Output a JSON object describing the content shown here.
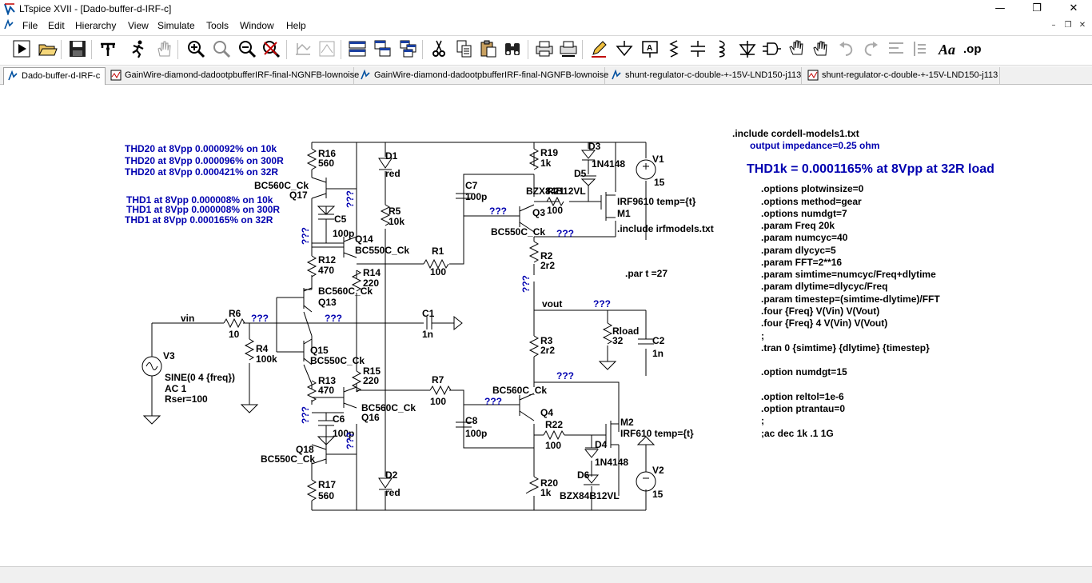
{
  "window": {
    "title": "LTspice XVII - [Dado-buffer-d-IRF-c]",
    "buttons": [
      "—",
      "❐",
      "✕"
    ]
  },
  "menu": [
    "File",
    "Edit",
    "Hierarchy",
    "View",
    "Simulate",
    "Tools",
    "Window",
    "Help"
  ],
  "mdi_buttons": [
    "–",
    "❐",
    "✕"
  ],
  "toolbar": [
    "run-icon",
    "open-icon",
    "save-icon",
    "control-panel-icon",
    "run-halt-icon",
    "pan-hand-icon",
    "zoom-in-icon",
    "zoom-full-icon",
    "zoom-out-icon",
    "autorange-icon",
    "grid-icon",
    "cascade-icon",
    "tile-h-icon",
    "tile-v-icon",
    "window-icon",
    "cut-icon",
    "copy-icon",
    "paste-icon",
    "find-icon",
    "print-icon",
    "print-setup-icon",
    "pencil-icon",
    "ground-icon",
    "label-net-icon",
    "resistor-icon",
    "capacitor-icon",
    "inductor-icon",
    "diode-icon",
    "component-icon",
    "move-icon",
    "drag-icon",
    "undo-icon",
    "redo-icon",
    "rotate-icon",
    "mirror-icon",
    "text-icon",
    "spice-directive-icon"
  ],
  "tabs": [
    {
      "label": "Dado-buffer-d-IRF-c",
      "icon": "schematic-icon",
      "active": true
    },
    {
      "label": "GainWire-diamond-dadootpbufferIRF-final-NGNFB-lownoise",
      "icon": "waveform-icon",
      "active": false
    },
    {
      "label": "GainWire-diamond-dadootpbufferIRF-final-NGNFB-lownoise",
      "icon": "schematic-icon",
      "active": false
    },
    {
      "label": "shunt-regulator-c-double-+-15V-LND150-j113",
      "icon": "schematic-icon",
      "active": false
    },
    {
      "label": "shunt-regulator-c-double-+-15V-LND150-j113",
      "icon": "waveform-icon",
      "active": false
    }
  ],
  "schematic": {
    "thd_notes": [
      "THD20 at 8Vpp 0.000092% on 10k",
      "THD20 at 8Vpp 0.000096% on 300R",
      "THD20 at 8Vpp 0.000421% on 32R",
      "THD1 at 8Vpp 0.000008% on 10k",
      "THD1 at 8Vpp 0.000008% on 300R",
      "THD1 at 8Vpp 0.000165% on 32R"
    ],
    "include_cordell": ".include cordell-models1.txt",
    "output_impedance": "output impedance=0.25 ohm",
    "headline": "THD1k = 0.0001165% at 8Vpp at 32R load",
    "include_irf": ".include irfmodels.txt",
    "par_t": ".par t =27",
    "directives": [
      ".options plotwinsize=0",
      ".options method=gear",
      ".options numdgt=7",
      ".param Freq 20k",
      ".param numcyc=40",
      ".param dlycyc=5",
      ".param FFT=2**16",
      ".param simtime=numcyc/Freq+dlytime",
      ".param dlytime=dlycyc/Freq",
      ".param timestep=(simtime-dlytime)/FFT",
      ".four {Freq} V(Vin) V(Vout)",
      ".four {Freq} 4 V(Vin) V(Vout)",
      ";",
      ".tran 0 {simtime} {dlytime} {timestep}",
      "",
      ".option numdgt=15",
      "",
      ".option reltol=1e-6",
      ".option ptrantau=0",
      ";",
      ";ac dec 1k .1 1G"
    ],
    "labels": {
      "R16": "R16",
      "R16v": "560",
      "D1": "D1",
      "D1v": "red",
      "R19": "R19",
      "R19v": "1k",
      "D3": "D3",
      "D5": "D5",
      "D3v": "1N4148",
      "V1": "V1",
      "V1v": "15",
      "Q17m": "BC560C_Ck",
      "Q17": "Q17",
      "C7": "C7",
      "C7v": "100p",
      "D5v": "BZX84B12VL",
      "R21": "R21",
      "R21v": "100",
      "M1m": "IRF9610 temp={t}",
      "M1": "M1",
      "R5": "R5",
      "R5v": "10k",
      "C5": "C5",
      "C5v": "100p",
      "Q14": "Q14",
      "Q14m": "BC550C_Ck",
      "Q3": "Q3",
      "Q3m": "BC550C_Ck",
      "R1": "R1",
      "R1v": "100",
      "R12": "R12",
      "R12v": "470",
      "R2": "R2",
      "R2v": "2r2",
      "R14": "R14",
      "R14v": "220",
      "Q13m": "BC560C_Ck",
      "Q13": "Q13",
      "vout": "vout",
      "vin": "vin",
      "R6": "R6",
      "R6v": "10",
      "C1": "C1",
      "C1v": "1n",
      "Rload": "Rload",
      "Rloadv": "32",
      "C2": "C2",
      "C2v": "1n",
      "R4": "R4",
      "R4v": "100k",
      "R3": "R3",
      "R3v": "2r2",
      "V3": "V3",
      "Q15": "Q15",
      "Q15m": "BC550C_Ck",
      "V3v1": "SINE(0 4 {freq})",
      "V3v2": "AC 1",
      "V3v3": "Rser=100",
      "R15": "R15",
      "R15v": "220",
      "R13": "R13",
      "R13v": "470",
      "R7": "R7",
      "R7v": "100",
      "Q4m": "BC560C_Ck",
      "Q4": "Q4",
      "Q16m": "BC560C_Ck",
      "Q16": "Q16",
      "M2": "M2",
      "M2m": "IRF610 temp={t}",
      "C6": "C6",
      "C6v": "100p",
      "C8": "C8",
      "C8v": "100p",
      "R22": "R22",
      "R22v": "100",
      "D4": "D4",
      "D4v": "1N4148",
      "Q18": "Q18",
      "Q18m": "BC550C_Ck",
      "D6": "D6",
      "D6v": "BZX84B12VL",
      "V2": "V2",
      "V2v": "15",
      "R17": "R17",
      "R17v": "560",
      "D2": "D2",
      "D2v": "red",
      "R20": "R20",
      "R20v": "1k",
      "unknown": "???"
    }
  }
}
